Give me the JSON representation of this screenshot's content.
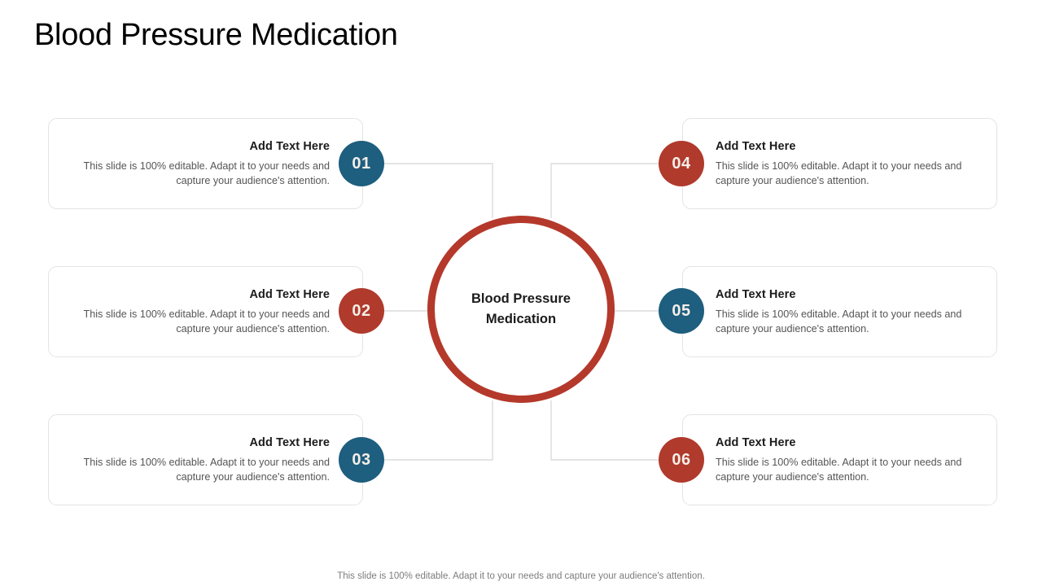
{
  "slide": {
    "title": "Blood Pressure Medication",
    "footer_note": "This slide is 100% editable. Adapt it to your needs and capture your audience's attention."
  },
  "center": {
    "line1": "Blood Pressure",
    "line2": "Medication",
    "ring_color": "#B4392B"
  },
  "colors": {
    "blue": "#1E5E7E",
    "red": "#B03A2C",
    "card_border": "#E4E4E4",
    "connector": "#DCDCDC",
    "heading_text": "#1B1B1B",
    "body_text": "#555555",
    "footer_text": "#7C7C7C"
  },
  "items": [
    {
      "number": "01",
      "side": "left",
      "accent": "#1E5E7E",
      "heading": "Add Text Here",
      "body": "This slide is 100% editable. Adapt it to your needs and capture your audience's attention."
    },
    {
      "number": "02",
      "side": "left",
      "accent": "#B03A2C",
      "heading": "Add Text Here",
      "body": "This slide is 100% editable. Adapt it to your needs and capture your audience's attention."
    },
    {
      "number": "03",
      "side": "left",
      "accent": "#1E5E7E",
      "heading": "Add Text Here",
      "body": "This slide is 100% editable. Adapt it to your needs and capture your audience's attention."
    },
    {
      "number": "04",
      "side": "right",
      "accent": "#B03A2C",
      "heading": "Add Text Here",
      "body": "This slide is 100% editable. Adapt it to your needs and capture your audience's attention."
    },
    {
      "number": "05",
      "side": "right",
      "accent": "#1E5E7E",
      "heading": "Add Text Here",
      "body": "This slide is 100% editable. Adapt it to your needs and capture your audience's attention."
    },
    {
      "number": "06",
      "side": "right",
      "accent": "#B03A2C",
      "heading": "Add Text Here",
      "body": "This slide is 100% editable. Adapt it to your needs and capture your audience's attention."
    }
  ]
}
